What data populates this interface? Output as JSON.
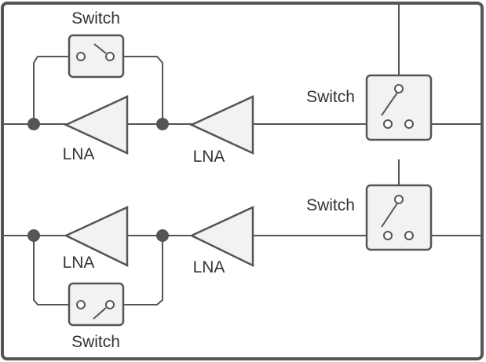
{
  "colors": {
    "line": "#555555",
    "fill": "#f2f2f2",
    "text": "#333333",
    "background": "#ffffff"
  },
  "labels": {
    "switch_top_left": "Switch",
    "switch_top_right": "Switch",
    "switch_bottom_right": "Switch",
    "switch_bottom_left": "Switch",
    "lna_top_left": "LNA",
    "lna_top_right": "LNA",
    "lna_bottom_left": "LNA",
    "lna_bottom_right": "LNA"
  }
}
